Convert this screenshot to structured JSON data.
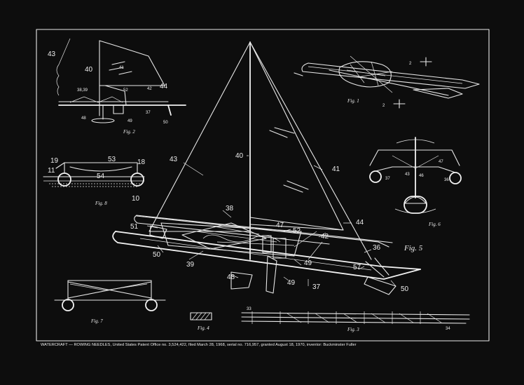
{
  "caption": "WATERCRAFT — ROWING NEEDLES, United States Patent Office no. 3,524,422, filed March 28, 1968, serial no. 716,957, granted August 18, 1970, inventor: Buckminster Fuller",
  "figures": {
    "fig1": "Fig. 1",
    "fig2": "Fig. 2",
    "fig3": "Fig. 3",
    "fig4": "Fig. 4",
    "fig5": "Fig. 5",
    "fig6": "Fig. 6",
    "fig7": "Fig. 7",
    "fig8": "Fig. 8"
  },
  "main_labels": {
    "l43": "43",
    "l40": "40",
    "l41": "41",
    "l44": "44",
    "l38": "38",
    "l47": "47",
    "l52": "52",
    "l42": "42",
    "l51": "51",
    "l50a": "50",
    "l39": "39",
    "l49a": "49",
    "l49b": "49",
    "l36": "36",
    "l57": "57",
    "l48": "48",
    "l37": "37",
    "l50b": "50"
  },
  "fig2_labels": {
    "l43": "43",
    "l40": "40",
    "l41": "41",
    "l42": "42",
    "l44": "44",
    "l3839": "38,39",
    "l52": "52",
    "l48": "48",
    "l49": "49",
    "l37": "37",
    "l50": "50"
  },
  "fig8_labels": {
    "l19": "19",
    "l53": "53",
    "l18": "18",
    "l11": "11",
    "l54": "54",
    "l10": "10"
  },
  "fig6_labels": {
    "l43": "43",
    "l47": "47",
    "l46": "46",
    "l37": "37",
    "l36": "36"
  },
  "fig1_labels": {
    "l2a": "2",
    "l2b": "2"
  },
  "fig3_labels": {
    "l33": "33",
    "l34": "34"
  }
}
